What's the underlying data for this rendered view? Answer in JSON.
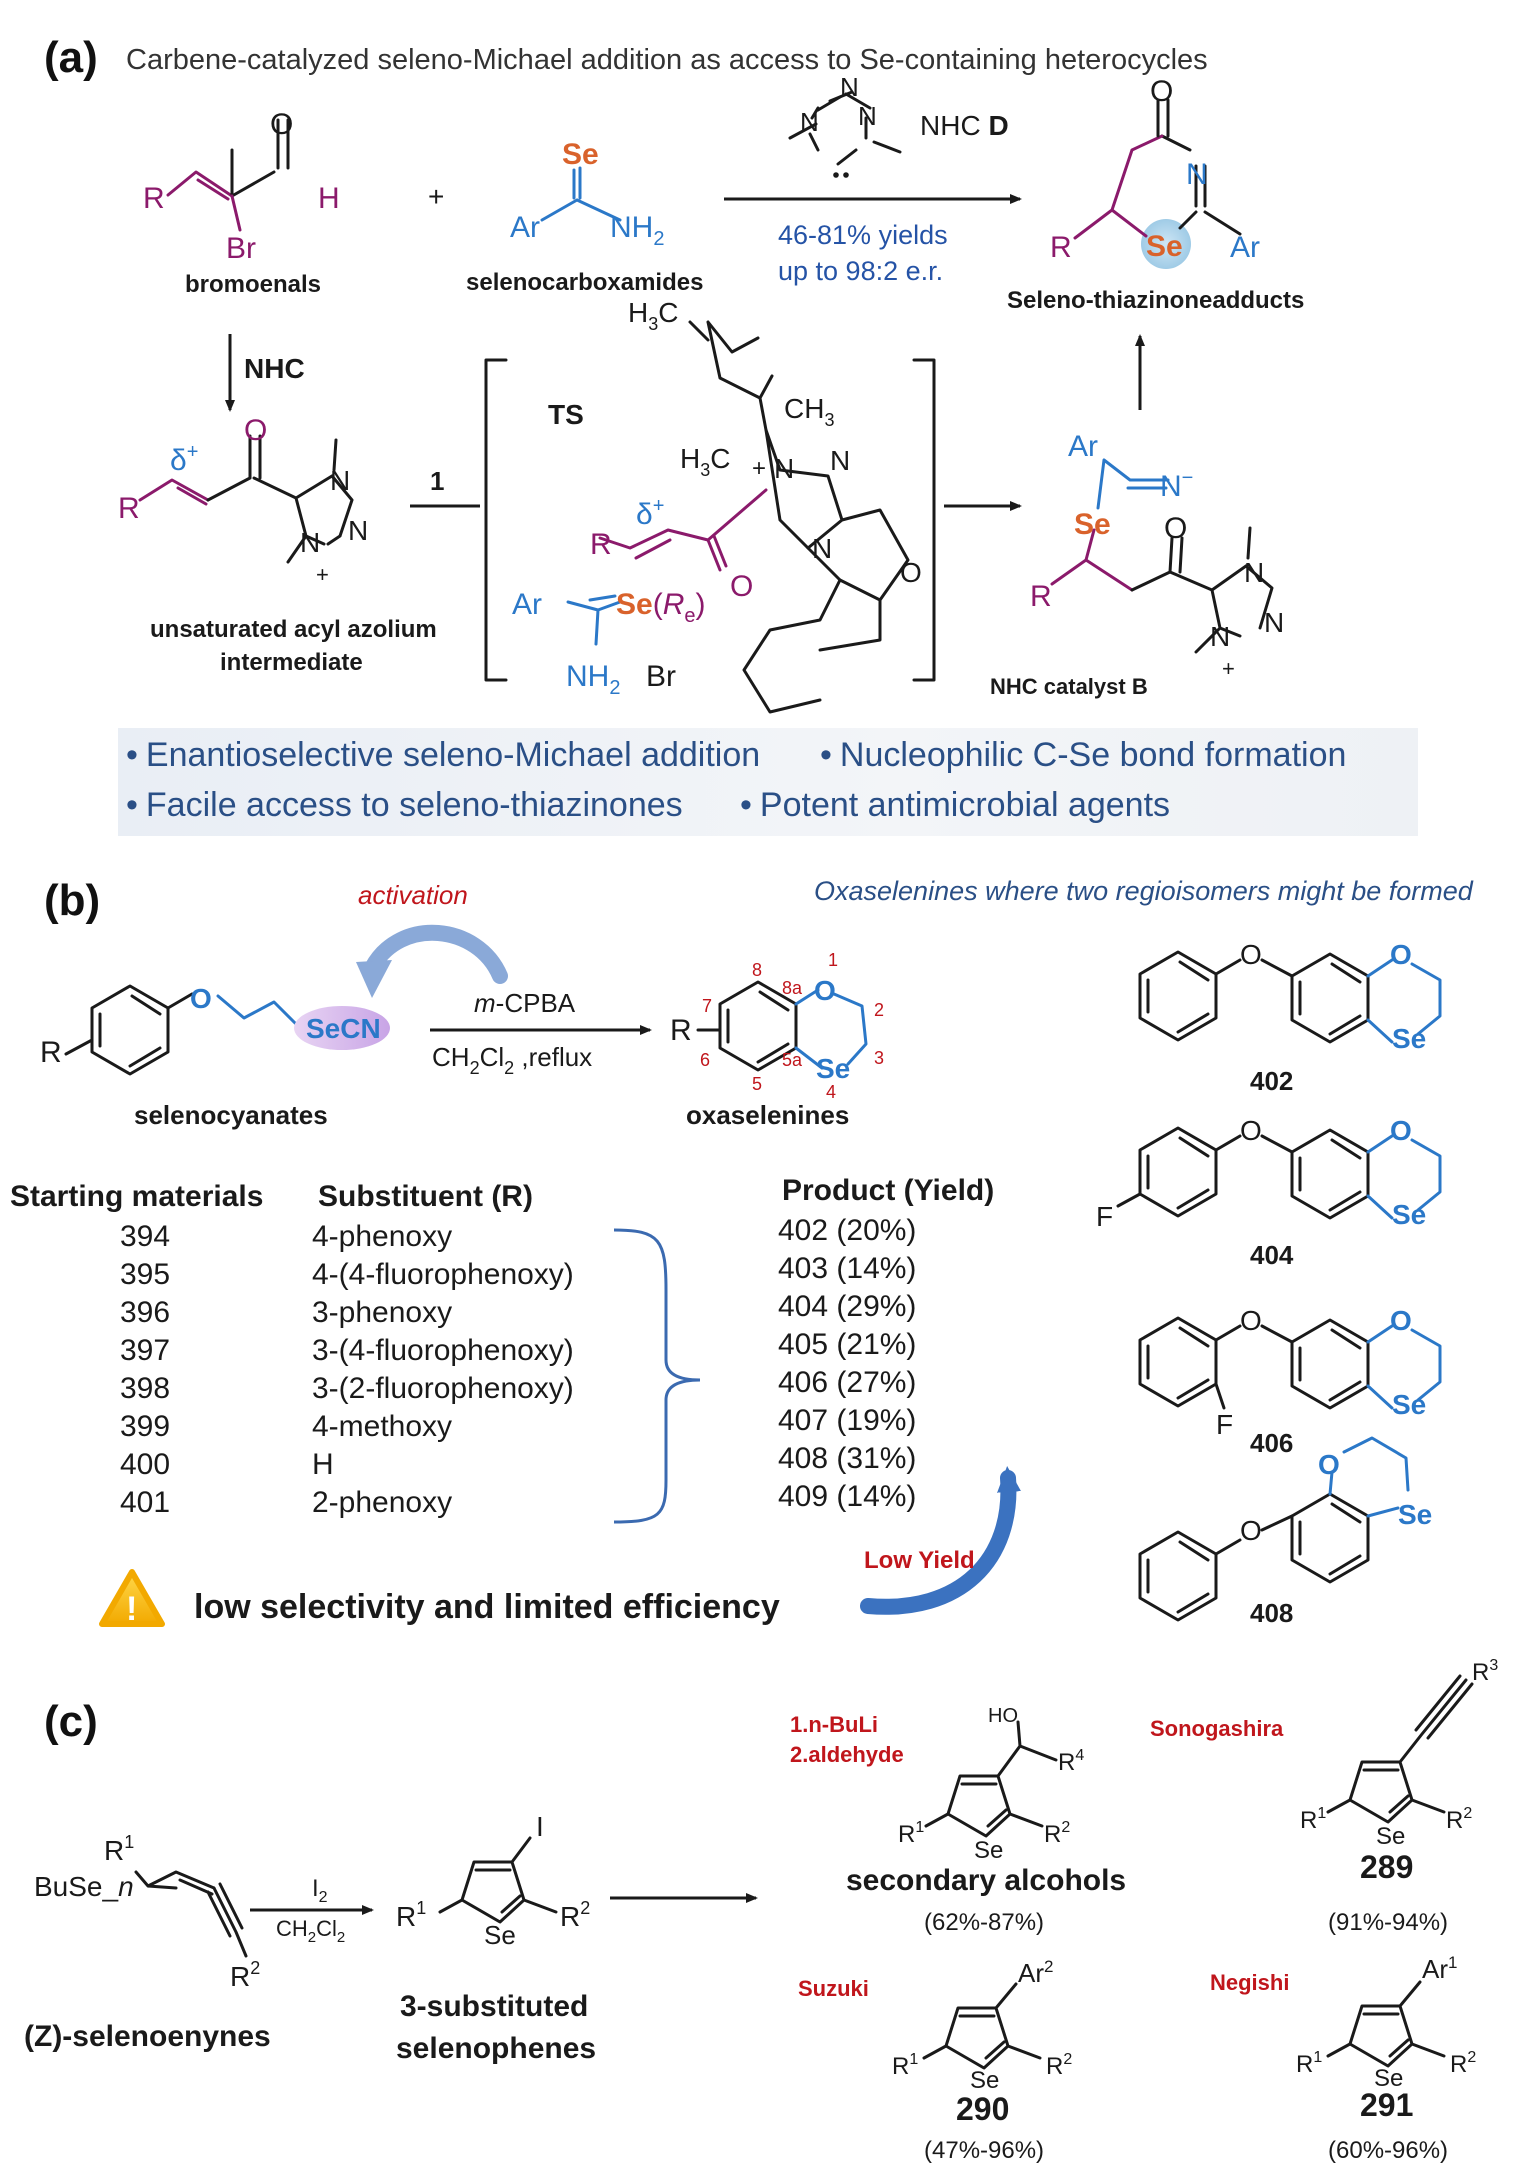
{
  "panel_a": {
    "label": "(a)",
    "title": "Carbene-catalyzed seleno-Michael addition as access to Se-containing heterocycles",
    "bromoenals": {
      "R": "R",
      "O": "O",
      "H": "H",
      "Br": "Br",
      "name": "bromoenals"
    },
    "plus": "+",
    "selenocarboxamides": {
      "Se": "Se",
      "Ar": "Ar",
      "NH2": "NH",
      "NH2_sub": "2",
      "name": "selenocarboxamides"
    },
    "nhc_d": {
      "label": "NHC ",
      "label_bold": "D",
      "N": "N"
    },
    "conditions": {
      "yield": "46-81% yields",
      "er": "up to 98:2 e.r."
    },
    "product": {
      "O": "O",
      "N": "N",
      "R": "R",
      "Se": "Se",
      "Ar": "Ar",
      "name": "Seleno-thiazinoneadducts"
    },
    "nhc_step": "NHC",
    "intermediate": {
      "delta": "δ",
      "delta_sup": "+",
      "R": "R",
      "O": "O",
      "N": "N",
      "plus": "+",
      "name_line1": "unsaturated acyl azolium",
      "name_line2": "intermediate"
    },
    "step_1": "1",
    "ts": {
      "label": "TS",
      "H3C_top": "H",
      "H3C_top_sub": "3",
      "H3C_top_C": "C",
      "CH3": "CH",
      "CH3_sub": "3",
      "H3C_left": "H",
      "H3C_left_sub": "3",
      "H3C_left_C": "C",
      "plus": "+",
      "N": "N",
      "delta": "δ",
      "delta_sup": "+",
      "R": "R",
      "O": "O",
      "Ar": "Ar",
      "Se": "Se",
      "Re_open": "(",
      "Re_R": "R",
      "Re_sub": "e",
      "Re_close": ")",
      "NH2": "NH",
      "NH2_sub": "2",
      "Br": "Br"
    },
    "adduct": {
      "Ar": "Ar",
      "N": "N",
      "N_minus": "−",
      "Se": "Se",
      "O": "O",
      "R": "R",
      "plus": "+",
      "name": "NHC catalyst B"
    },
    "bullets": [
      "Enantioselective seleno-Michael addition",
      "Nucleophilic C-Se bond formation",
      "Facile access to seleno-thiazinones",
      "Potent antimicrobial agents"
    ],
    "bullet_mark": "•"
  },
  "panel_b": {
    "label": "(b)",
    "activation": "activation",
    "caption": "Oxaselenines where two regioisomers might be formed",
    "reagent": {
      "R": "R",
      "O": "O",
      "SeCN": "SeCN",
      "name": "selenocyanates"
    },
    "conditions": {
      "reagent_italic": "m",
      "reagent_rest": "-CPBA",
      "solvent_main": "CH",
      "solvent_sub1": "2",
      "solvent_cl": "Cl",
      "solvent_sub2": "2",
      "solvent_rest": " ,reflux"
    },
    "product": {
      "R": "R",
      "O": "O",
      "Se": "Se",
      "name": "oxaselenines",
      "positions": {
        "p1": "1",
        "p2": "2",
        "p3": "3",
        "p4": "4",
        "p5": "5",
        "p5a": "5a",
        "p6": "6",
        "p7": "7",
        "p8": "8",
        "p8a": "8a"
      }
    },
    "table": {
      "headers": [
        "Starting materials",
        "Substituent (R)",
        "Product (Yield)"
      ],
      "rows": [
        [
          "394",
          "4-phenoxy",
          "402 (20%)"
        ],
        [
          "395",
          "4-(4-fluorophenoxy)",
          "403 (14%)"
        ],
        [
          "396",
          "3-phenoxy",
          "404 (29%)"
        ],
        [
          "397",
          "3-(4-fluorophenoxy)",
          "405 (21%)"
        ],
        [
          "398",
          "3-(2-fluorophenoxy)",
          "406 (27%)"
        ],
        [
          "399",
          "4-methoxy",
          "407 (19%)"
        ],
        [
          "400",
          "H",
          "408 (31%)"
        ],
        [
          "401",
          "2-phenoxy",
          "409 (14%)"
        ]
      ]
    },
    "low_yield": "Low Yield",
    "warning": "low selectivity and limited efficiency",
    "warning_mark": "!",
    "structures": [
      {
        "id": "402",
        "O": "O",
        "Se": "Se"
      },
      {
        "id": "404",
        "O": "O",
        "Se": "Se",
        "F": "F"
      },
      {
        "id": "406",
        "O": "O",
        "Se": "Se",
        "F": "F"
      },
      {
        "id": "408",
        "O": "O",
        "Se": "Se"
      }
    ]
  },
  "panel_c": {
    "label": "(c)",
    "enyne": {
      "R1": "R",
      "R1_sup": "1",
      "BuSe": "BuSe_",
      "n": "n",
      "R2": "R",
      "R2_sup": "2",
      "name": "(Z)-selenoenynes"
    },
    "conditions": {
      "I2": "I",
      "I2_sub": "2",
      "solvent": "CH",
      "s1": "2",
      "cl": "Cl",
      "s2": "2"
    },
    "selenophene": {
      "I": "I",
      "R1": "R",
      "R1_sup": "1",
      "Se": "Se",
      "R2": "R",
      "R2_sup": "2",
      "name_line1": "3-substituted",
      "name_line2": "selenophenes"
    },
    "alcohols": {
      "reagent1": "1.n-BuLi",
      "reagent2": "2.aldehyde",
      "HO": "HO",
      "R4": "R",
      "R4_sup": "4",
      "R1": "R",
      "R1_sup": "1",
      "Se": "Se",
      "R2": "R",
      "R2_sup": "2",
      "name": "secondary alcohols",
      "yield": "(62%-87%)"
    },
    "sonogashira": {
      "reagent": "Sonogashira",
      "R3": "R",
      "R3_sup": "3",
      "R1": "R",
      "R1_sup": "1",
      "Se": "Se",
      "R2": "R",
      "R2_sup": "2",
      "id": "289",
      "yield": "(91%-94%)"
    },
    "suzuki": {
      "reagent": "Suzuki",
      "Ar2": "Ar",
      "Ar2_sup": "2",
      "R1": "R",
      "R1_sup": "1",
      "Se": "Se",
      "R2": "R",
      "R2_sup": "2",
      "id": "290",
      "yield": "(47%-96%)"
    },
    "negishi": {
      "reagent": "Negishi",
      "Ar1": "Ar",
      "Ar1_sup": "1",
      "R1": "R",
      "R1_sup": "1",
      "Se": "Se",
      "R2": "R",
      "R2_sup": "2",
      "id": "291",
      "yield": "(60%-96%)"
    }
  },
  "colors": {
    "purple": "#8b1a6b",
    "blue": "#2b78c8",
    "orange": "#d9622b",
    "red_label": "#c0161c",
    "ink": "#1a1a1a",
    "arrow_blue": "#3b72c0"
  }
}
